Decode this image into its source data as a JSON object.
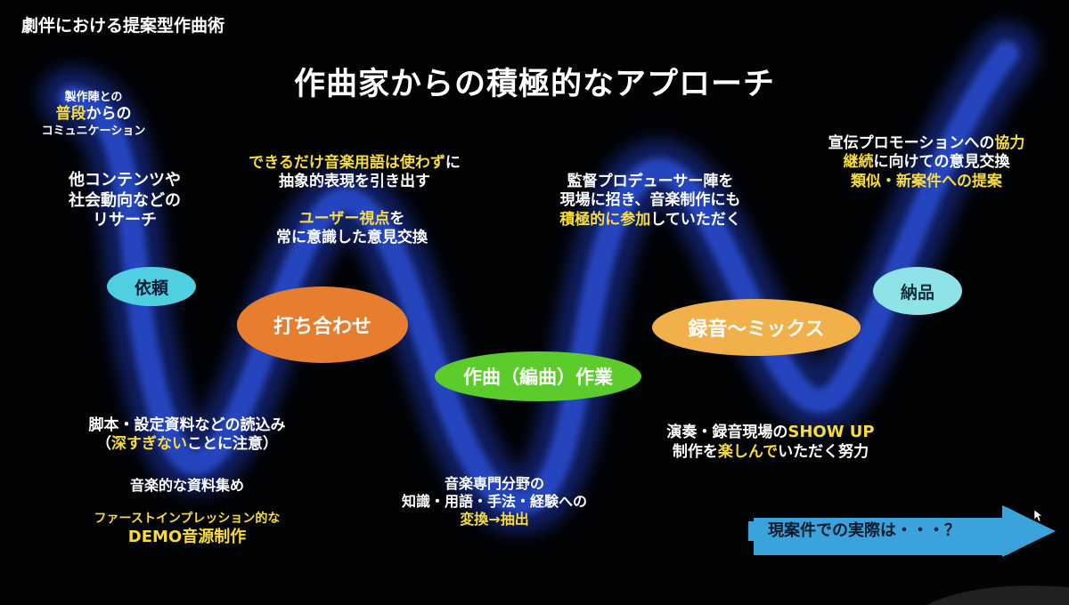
{
  "header": "劇伴における提案型作曲術",
  "title": "作曲家からの積極的なアプローチ",
  "stages": {
    "irai": "依頼",
    "uchiawase": "打ち合わせ",
    "sakkyoku": "作曲（編曲）作業",
    "rokuon": "録音～ミックス",
    "nouhin": "納品"
  },
  "notes": {
    "comm": {
      "l1": "製作陣との",
      "l2": "普段",
      "l2b": "からの",
      "l3": "コミュニケーション"
    },
    "research": {
      "l1": "他コンテンツや",
      "l2": "社会動向などの",
      "l3": "リサーチ"
    },
    "abstract": {
      "l1": "できるだけ音楽用語は使わず",
      "l1b": "に",
      "l2": "抽象的表現を引き出す"
    },
    "userview": {
      "l1": "ユーザー視点",
      "l1b": "を",
      "l2": "常に意識した意見交換"
    },
    "director": {
      "l1": "監督プロデューサー陣を",
      "l2": "現場に招き、音楽制作にも",
      "l3": "積極的に参加",
      "l3b": "していただく"
    },
    "promo": {
      "l1a": "宣伝プロモーションへの",
      "l1b": "協力",
      "l2a": "継続",
      "l2b": "に向けての意見交換",
      "l3": "類似・新案件への提案"
    },
    "script": {
      "l1": "脚本・設定資料などの読込み",
      "l2a": "（",
      "l2b": "深すぎない",
      "l2c": "ことに注意）"
    },
    "materials": "音楽的な資料集め",
    "demo": {
      "l1": "ファーストインプレッション的な",
      "l2": "DEMO音源制作"
    },
    "specialist": {
      "l1": "音楽専門分野の",
      "l2": "知識・用語・手法・経験への",
      "l3": "変換→抽出"
    },
    "showup": {
      "l1a": "演奏・録音現場の",
      "l1b": "SHOW UP",
      "l2a": "制作を",
      "l2b": "楽しんで",
      "l2c": "いただく努力"
    }
  },
  "callout": "現案件での実際は・・・？",
  "colors": {
    "wave": "#2244c8",
    "irai": "#4fcfe0",
    "uchiawase": "#e77d2e",
    "sakkyoku": "#5ccc2c",
    "rokuon": "#f1b04a",
    "nouhin": "#8ee3e6",
    "highlight": "#f7dc3a",
    "arrow": "#3aa3dc"
  },
  "icons": [
    "cursor-icon"
  ]
}
